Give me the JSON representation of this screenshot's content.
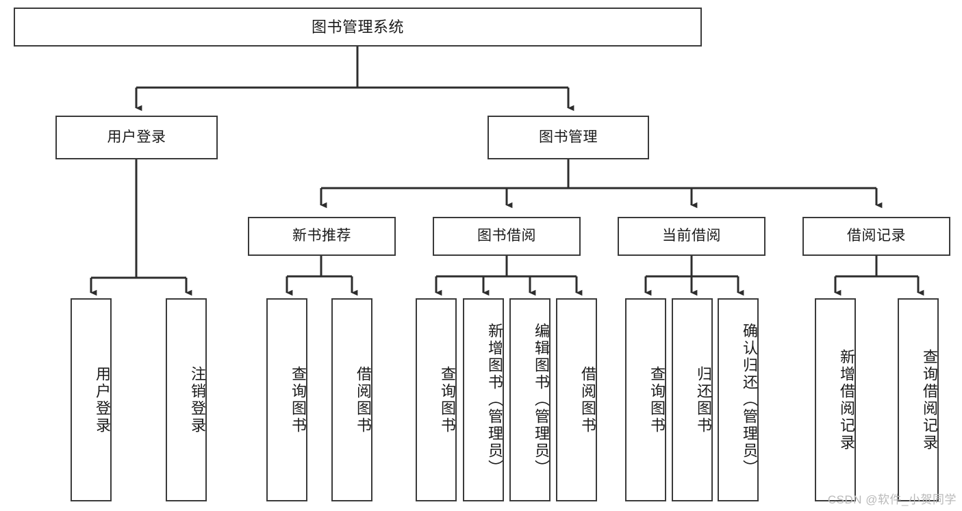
{
  "diagram": {
    "type": "tree",
    "title": "图书管理系统",
    "root": {
      "id": "root",
      "label": "图书管理系统"
    },
    "level1": [
      {
        "id": "user-login",
        "label": "用户登录"
      },
      {
        "id": "book-manage",
        "label": "图书管理"
      }
    ],
    "level2": [
      {
        "id": "new-book-rec",
        "label": "新书推荐",
        "parent": "book-manage"
      },
      {
        "id": "book-borrow",
        "label": "图书借阅",
        "parent": "book-manage"
      },
      {
        "id": "current-borrow",
        "label": "当前借阅",
        "parent": "book-manage"
      },
      {
        "id": "borrow-record",
        "label": "借阅记录",
        "parent": "book-manage"
      }
    ],
    "leaves": [
      {
        "id": "leaf-user-login",
        "label": "用户登录",
        "parent": "user-login"
      },
      {
        "id": "leaf-logout",
        "label": "注销登录",
        "parent": "user-login"
      },
      {
        "id": "leaf-query-book-1",
        "label": "查询图书",
        "parent": "new-book-rec"
      },
      {
        "id": "leaf-borrow-book-1",
        "label": "借阅图书",
        "parent": "new-book-rec"
      },
      {
        "id": "leaf-query-book-2",
        "label": "查询图书",
        "parent": "book-borrow"
      },
      {
        "id": "leaf-add-book",
        "label": "新增图书（管理员）",
        "parent": "book-borrow"
      },
      {
        "id": "leaf-edit-book",
        "label": "编辑图书（管理员）",
        "parent": "book-borrow"
      },
      {
        "id": "leaf-borrow-book-2",
        "label": "借阅图书",
        "parent": "book-borrow"
      },
      {
        "id": "leaf-query-book-3",
        "label": "查询图书",
        "parent": "current-borrow"
      },
      {
        "id": "leaf-return-book",
        "label": "归还图书",
        "parent": "current-borrow"
      },
      {
        "id": "leaf-confirm-return",
        "label": "确认归还（管理员）",
        "parent": "current-borrow"
      },
      {
        "id": "leaf-add-record",
        "label": "新增借阅记录",
        "parent": "borrow-record"
      },
      {
        "id": "leaf-query-record",
        "label": "查询借阅记录",
        "parent": "borrow-record"
      }
    ]
  },
  "watermark": {
    "text": "CSDN @软件_小贺同学"
  },
  "colors": {
    "border": "#3a3a3a",
    "background": "#ffffff",
    "text": "#1a1a1a",
    "watermark": "#b9b9b9"
  }
}
